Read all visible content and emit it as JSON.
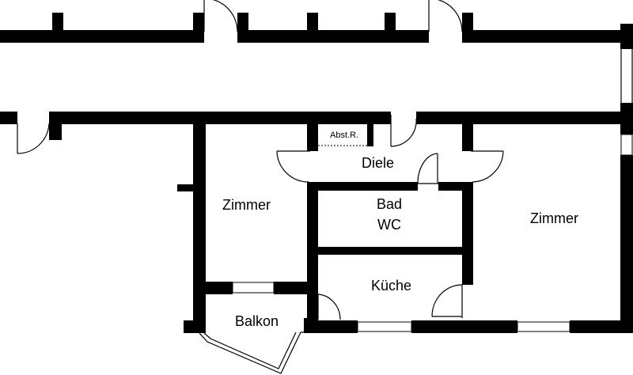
{
  "rooms": {
    "abstellraum": "Abst.R.",
    "diele": "Diele",
    "zimmer_left": "Zimmer",
    "bad": "Bad",
    "wc": "WC",
    "zimmer_right": "Zimmer",
    "kueche": "Küche",
    "balkon": "Balkon"
  },
  "colors": {
    "wall": "#000000",
    "background": "#ffffff"
  }
}
